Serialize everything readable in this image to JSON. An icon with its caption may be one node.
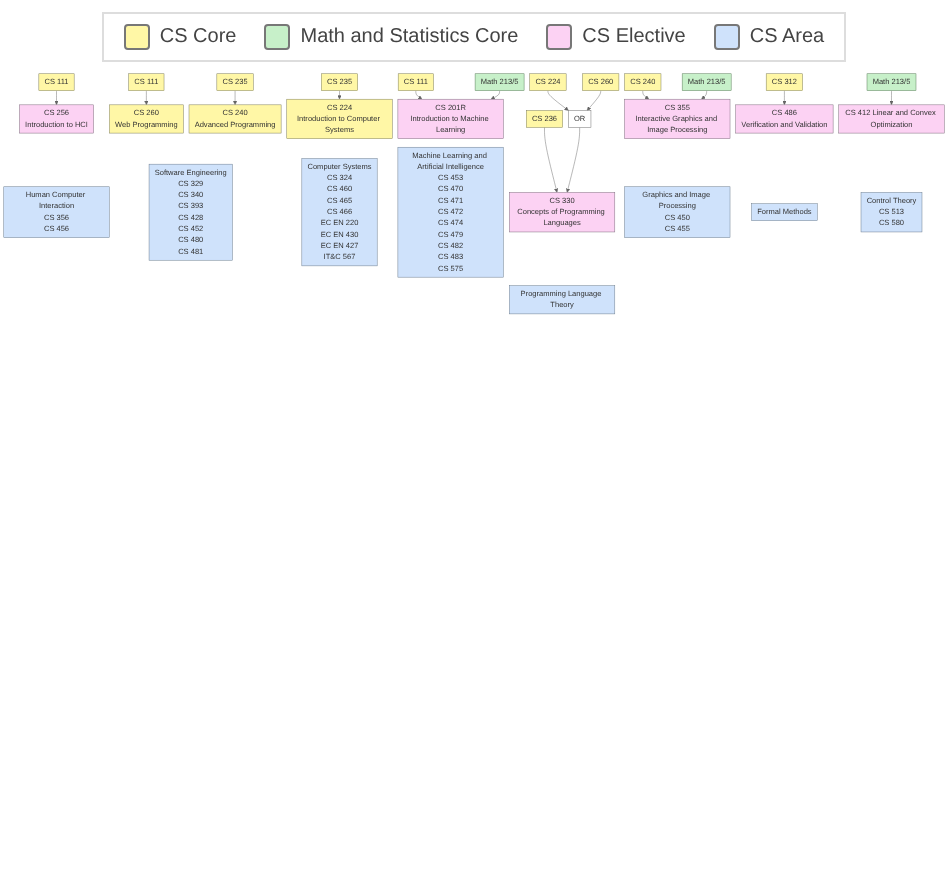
{
  "diagram": {
    "nodes": [
      {
        "text": [
          "CS 111"
        ]
      },
      {
        "text": [
          "CS 111"
        ]
      },
      {
        "text": [
          "CS 235"
        ]
      },
      {
        "text": [
          "CS 235"
        ]
      },
      {
        "text": [
          "CS 111"
        ]
      },
      {
        "text": [
          "Math 213/5"
        ]
      },
      {
        "text": [
          "CS 256",
          "Introduction to HCI"
        ]
      },
      {
        "text": [
          "Human Computer Interaction",
          "CS 356",
          "CS 456"
        ]
      },
      {
        "text": [
          "CS 260",
          "Web Programming"
        ]
      },
      {
        "text": [
          "CS 240",
          "Advanced Programming"
        ]
      },
      {
        "text": [
          "CS 224",
          "Introduction to Computer Systems"
        ]
      },
      {
        "text": [
          "CS 201R",
          "Introduction to Machine Learning"
        ]
      },
      {
        "text": [
          "Software Engineering",
          "CS 329",
          "CS 340",
          "CS 393",
          "CS 428",
          "CS 452",
          "CS 480",
          "CS 481"
        ]
      },
      {
        "text": [
          "Computer Systems",
          "CS 324",
          "CS 460",
          "CS 465",
          "CS 466",
          "EC EN 220",
          "EC EN 430",
          "EC EN 427",
          "IT&C 567"
        ]
      },
      {
        "text": [
          "Machine Learning and Artificial Intelligence",
          "CS 453",
          "CS 470",
          "CS 471",
          "CS 472",
          "CS 474",
          "CS 479",
          "CS 482",
          "CS 483",
          "CS 575"
        ]
      },
      {
        "text": [
          "CS 240"
        ]
      },
      {
        "text": [
          "Math 213/5"
        ]
      },
      {
        "text": [
          "CS 224"
        ]
      },
      {
        "text": [
          "CS 260"
        ]
      },
      {
        "text": [
          "CS 312"
        ]
      },
      {
        "text": [
          "Math 213/5"
        ]
      },
      {
        "text": [
          "CS 236"
        ]
      },
      {
        "text": [
          "OR"
        ]
      },
      {
        "text": [
          "CS 355",
          "Interactive Graphics and Image Processing"
        ]
      },
      {
        "text": [
          "CS 330",
          "Concepts of Programming Languages"
        ]
      },
      {
        "text": [
          "CS 486",
          "Verification and Validation"
        ]
      },
      {
        "text": [
          "CS 412 Linear and Convex Optimization"
        ]
      },
      {
        "text": [
          "Graphics and Image Processing",
          "CS 450",
          "CS 455"
        ]
      },
      {
        "text": [
          "Programming Language Theory"
        ]
      },
      {
        "text": [
          "Formal Methods"
        ]
      },
      {
        "text": [
          "Control Theory",
          "CS 513",
          "CS 580"
        ]
      }
    ],
    "edges": [
      {
        "from": 0,
        "to": 6,
        "arrow": "to"
      },
      {
        "from": 1,
        "to": 8,
        "arrow": "to"
      },
      {
        "from": 2,
        "to": 9,
        "arrow": "to"
      },
      {
        "from": 3,
        "to": 10,
        "arrow": "to"
      },
      {
        "from": 4,
        "to": 11,
        "arrow": "to"
      },
      {
        "from": 5,
        "to": 11,
        "arrow": "to"
      },
      {
        "from": 15,
        "to": 23,
        "arrow": "to"
      },
      {
        "from": 16,
        "to": 23,
        "arrow": "to"
      },
      {
        "from": 17,
        "to": 22,
        "arrow": "to"
      },
      {
        "from": 18,
        "to": 22,
        "arrow": "to"
      },
      {
        "from": 21,
        "to": 24,
        "arrow": "to"
      },
      {
        "from": 22,
        "to": 24,
        "arrow": "to"
      },
      {
        "from": 19,
        "to": 25,
        "arrow": "to"
      },
      {
        "from": 20,
        "to": 26,
        "arrow": "to"
      }
    ],
    "legend": [
      {
        "text": "CS Core",
        "color": "#fff7a6"
      },
      {
        "text": "Math and Statistics Core",
        "color": "#c7f0c9"
      },
      {
        "text": "CS Elective",
        "color": "#fcd2f3"
      },
      {
        "text": "CS Area",
        "color": "#cfe2fb"
      }
    ]
  }
}
